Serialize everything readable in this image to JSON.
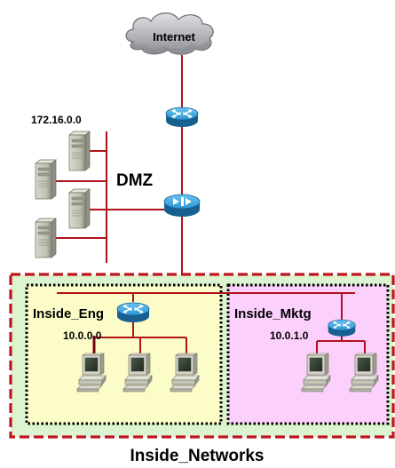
{
  "cloud": {
    "label": "Internet"
  },
  "dmz": {
    "network": "172.16.0.0",
    "label": "DMZ"
  },
  "inside_eng": {
    "label": "Inside_Eng",
    "network": "10.0.0.0"
  },
  "inside_mktg": {
    "label": "Inside_Mktg",
    "network": "10.0.1.0"
  },
  "inside_networks": {
    "label": "Inside_Networks"
  },
  "colors": {
    "link": "#b0121b",
    "outer_border": "#c0141f",
    "outer_fill": "#dcf5d0",
    "eng_fill": "#fcfcc8",
    "mktg_fill": "#fcd0fc",
    "router_blue": "#1f87c4",
    "cloud": "#b8b8bc"
  },
  "icons": {
    "cloud": "cloud-icon",
    "router": "router-icon",
    "firewall": "pix-firewall-icon",
    "server": "server-tower-icon",
    "workstation": "workstation-icon"
  }
}
